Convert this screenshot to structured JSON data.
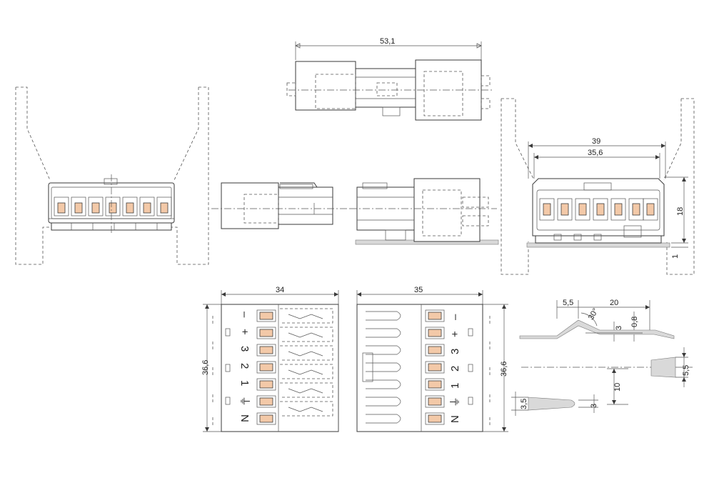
{
  "colors": {
    "line": "#3a3a3a",
    "contact_fill": "#f3c9a8",
    "mounting_surface": "#d9d9d9"
  },
  "dimensions": {
    "top_length": "53,1",
    "front_width_outer": "39",
    "front_width_inner": "35,6",
    "front_height": "18",
    "front_offset": "1",
    "plug_width": "34",
    "socket_width": "35",
    "plug_height": "36,6",
    "socket_height": "36,6",
    "panel_5_5_top": "5,5",
    "panel_20": "20",
    "panel_angle": "30°",
    "panel_0_8": "0,8",
    "panel_3_top": "3",
    "panel_10": "10",
    "panel_5_5_right": "5,5",
    "panel_3_5": "3,5",
    "panel_3_bottom": "3"
  },
  "plug_labels": [
    "–",
    "+",
    "3",
    "2",
    "1",
    "⏚",
    "N"
  ],
  "socket_labels": [
    "–",
    "+",
    "3",
    "2",
    "1",
    "⏚",
    "N"
  ]
}
